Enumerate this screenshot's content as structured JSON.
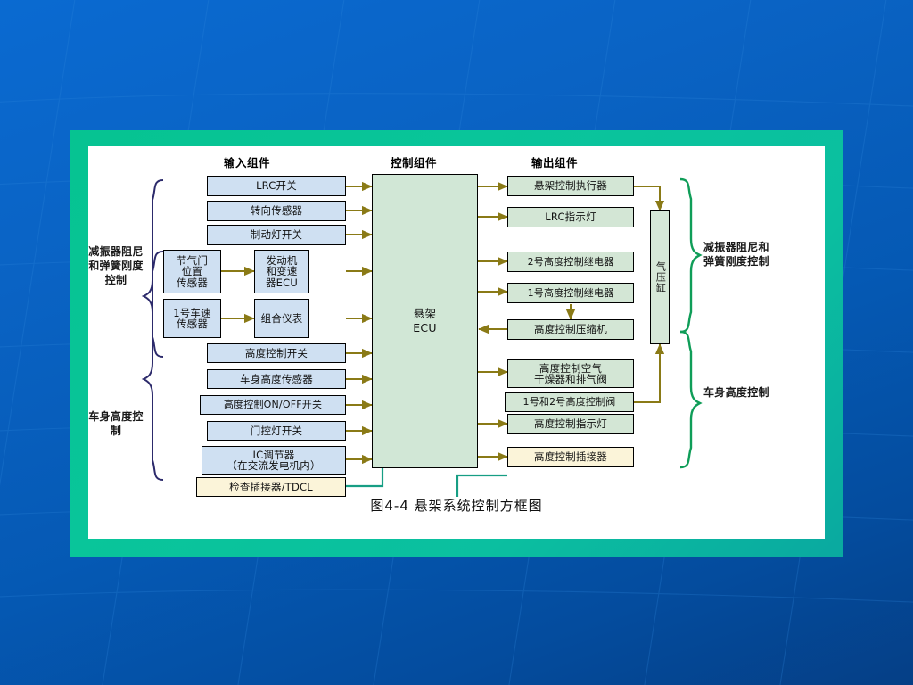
{
  "slide": {
    "caption": "图4-4  悬架系统控制方框图",
    "frame_color": "#0ac394",
    "background_color": "#0a63c4"
  },
  "headings": {
    "input": "输入组件",
    "control": "控制组件",
    "output": "输出组件"
  },
  "group_labels": {
    "left_top": "减振器阻尼\n和弹簧刚度控制",
    "left_bottom": "车身高度控制",
    "right_top": "减振器阻尼和\n弹簧刚度控制",
    "right_bottom": "车身高度控制"
  },
  "input_nodes": [
    {
      "id": "lrc-switch",
      "label": "LRC开关"
    },
    {
      "id": "steering-sensor",
      "label": "转向传感器"
    },
    {
      "id": "brake-lamp-switch",
      "label": "制动灯开关"
    },
    {
      "id": "throttle-position-sensor",
      "label": "节气门\n位置\n传感器"
    },
    {
      "id": "vehicle-speed-sensor-1",
      "label": "1号车速\n传感器"
    },
    {
      "id": "height-control-switch",
      "label": "高度控制开关"
    },
    {
      "id": "body-height-sensor",
      "label": "车身高度传感器"
    },
    {
      "id": "height-control-onoff-switch",
      "label": "高度控制ON/OFF开关"
    },
    {
      "id": "door-courtesy-switch",
      "label": "门控灯开关"
    },
    {
      "id": "ic-regulator",
      "label": "IC调节器\n（在交流发电机内）"
    },
    {
      "id": "check-connector-tdcl",
      "label": "检查插接器/TDCL"
    }
  ],
  "mid_nodes": [
    {
      "id": "engine-transmission-ecu",
      "label": "发动机\n和变速\n器ECU"
    },
    {
      "id": "combination-meter",
      "label": "组合仪表"
    }
  ],
  "control_node": {
    "id": "suspension-ecu",
    "label": "悬架\nECU"
  },
  "output_nodes": [
    {
      "id": "suspension-control-actuator",
      "label": "悬架控制执行器"
    },
    {
      "id": "lrc-indicator-lamp",
      "label": "LRC指示灯"
    },
    {
      "id": "height-control-relay-2",
      "label": "2号高度控制继电器"
    },
    {
      "id": "height-control-relay-1",
      "label": "1号高度控制继电器"
    },
    {
      "id": "height-control-compressor",
      "label": "高度控制压缩机"
    },
    {
      "id": "height-control-dryer-exhaust",
      "label": "高度控制空气\n干燥器和排气阀"
    },
    {
      "id": "height-control-valve-1-2",
      "label": "1号和2号高度控制阀"
    },
    {
      "id": "height-control-indicator-lamp",
      "label": "高度控制指示灯"
    },
    {
      "id": "height-control-connector",
      "label": "高度控制插接器"
    }
  ],
  "cylinder_node": {
    "id": "pneumatic-cylinder",
    "label": "气压缸"
  },
  "colors": {
    "input_fill": "#cfe0f2",
    "output_fill": "#d3e6d5",
    "connector_fill": "#fbf4d9",
    "arrow": "#8a7a16",
    "teal_line": "#179e84",
    "left_bracket": "#2c2a6b",
    "right_bracket": "#0f9d58"
  }
}
